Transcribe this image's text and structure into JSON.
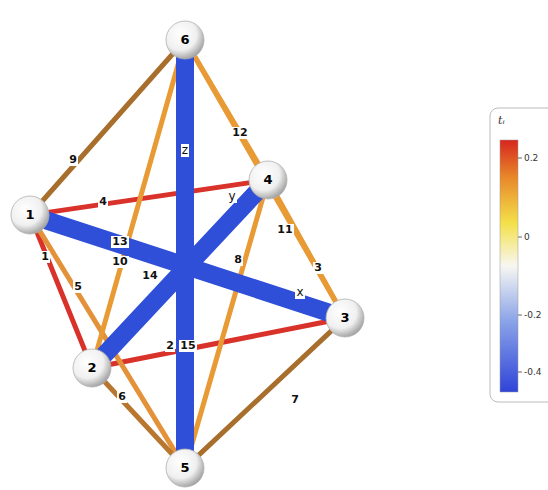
{
  "diagram": {
    "nodes": [
      {
        "text": [
          "1"
        ]
      },
      {
        "text": [
          "2"
        ]
      },
      {
        "text": [
          "3"
        ]
      },
      {
        "text": [
          "4"
        ]
      },
      {
        "text": [
          "5"
        ]
      },
      {
        "text": [
          "6"
        ]
      }
    ],
    "edges": [
      {
        "from": 0,
        "to": 1,
        "arrow": "none",
        "label": "1"
      },
      {
        "from": 1,
        "to": 2,
        "arrow": "none",
        "label": "2"
      },
      {
        "from": 2,
        "to": 3,
        "arrow": "none",
        "label": "3"
      },
      {
        "from": 0,
        "to": 3,
        "arrow": "none",
        "label": "4"
      },
      {
        "from": 0,
        "to": 4,
        "arrow": "none",
        "label": "5"
      },
      {
        "from": 1,
        "to": 4,
        "arrow": "none",
        "label": "6"
      },
      {
        "from": 2,
        "to": 4,
        "arrow": "none",
        "label": "7"
      },
      {
        "from": 3,
        "to": 4,
        "arrow": "none",
        "label": "8"
      },
      {
        "from": 0,
        "to": 5,
        "arrow": "none",
        "label": "9"
      },
      {
        "from": 1,
        "to": 5,
        "arrow": "none",
        "label": "10"
      },
      {
        "from": 2,
        "to": 5,
        "arrow": "none",
        "label": "11"
      },
      {
        "from": 3,
        "to": 5,
        "arrow": "none",
        "label": "12"
      },
      {
        "from": 0,
        "to": 2,
        "arrow": "none",
        "label": "13"
      },
      {
        "from": 1,
        "to": 3,
        "arrow": "none",
        "label": "14"
      },
      {
        "from": 4,
        "to": 5,
        "arrow": "none",
        "label": "15"
      }
    ],
    "labels": [
      "z",
      "y",
      "x",
      "tᵢ",
      "0.2",
      "0",
      "-0.2",
      "-0.4"
    ]
  }
}
